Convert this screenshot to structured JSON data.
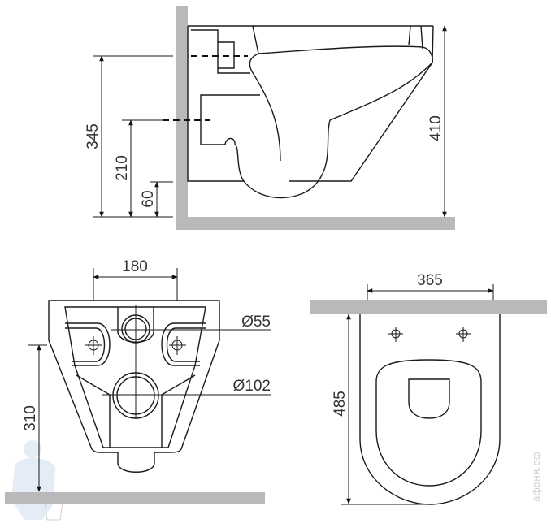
{
  "side_view": {
    "dim_total_height": "410",
    "dim_upper_connection": "345",
    "dim_drain_connection": "210",
    "dim_bottom": "60"
  },
  "front_view": {
    "dim_bolt_spacing": "180",
    "dim_water_inlet": "Ø55",
    "dim_drain_outlet": "Ø102",
    "dim_mount_height": "310"
  },
  "top_view": {
    "dim_width": "365",
    "dim_length": "485"
  },
  "watermark": "афоня.рф",
  "colors": {
    "wall": "#b9b9bc",
    "line": "#1a1a1a",
    "logo": "#cfe0f0"
  }
}
